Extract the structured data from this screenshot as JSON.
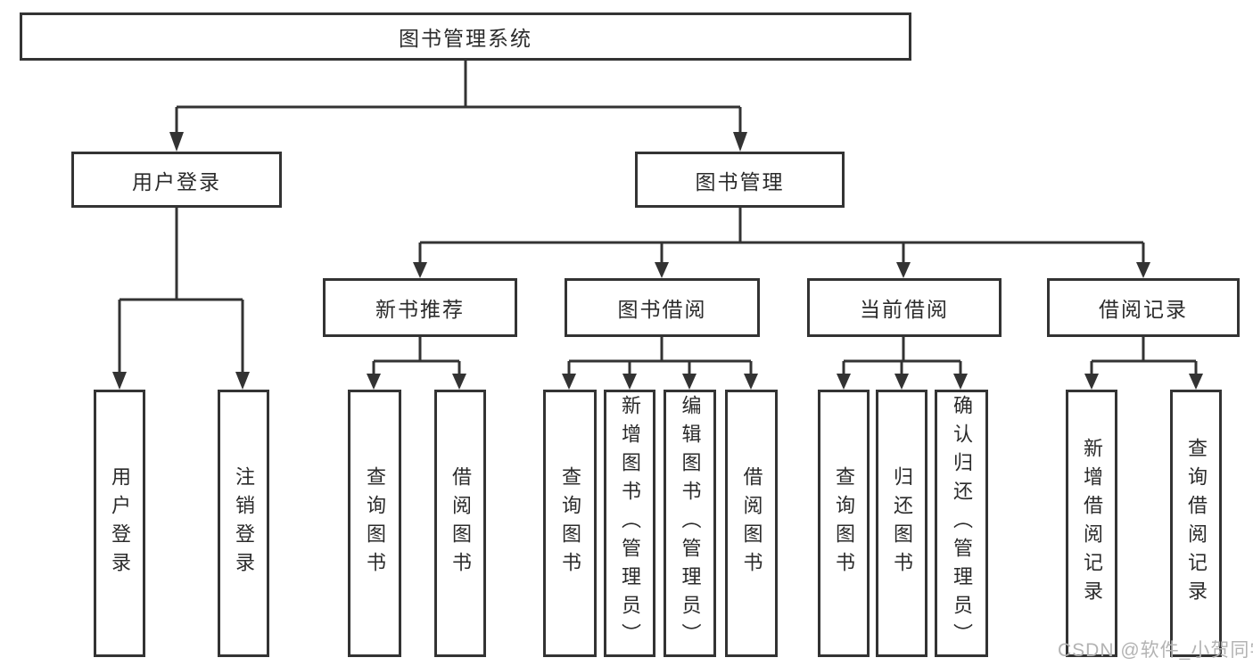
{
  "diagram": {
    "root": {
      "label": "图书管理系统"
    },
    "branches": [
      {
        "id": "user-login",
        "label": "用户登录",
        "leaves": [
          {
            "label": "用户登录"
          },
          {
            "label": "注销登录"
          }
        ]
      },
      {
        "id": "book-management",
        "label": "图书管理",
        "groups": [
          {
            "label": "新书推荐",
            "leaves": [
              {
                "label": "查询图书"
              },
              {
                "label": "借阅图书"
              }
            ]
          },
          {
            "label": "图书借阅",
            "leaves": [
              {
                "label": "查询图书"
              },
              {
                "label": "新增图书（管理员）"
              },
              {
                "label": "编辑图书（管理员）"
              },
              {
                "label": "借阅图书"
              }
            ]
          },
          {
            "label": "当前借阅",
            "leaves": [
              {
                "label": "查询图书"
              },
              {
                "label": "归还图书"
              },
              {
                "label": "确认归还（管理员）"
              }
            ]
          },
          {
            "label": "借阅记录",
            "leaves": [
              {
                "label": "新增借阅记录"
              },
              {
                "label": "查询借阅记录"
              }
            ]
          }
        ]
      }
    ]
  },
  "watermark": {
    "text": "CSDN @软件_小贺同学"
  },
  "colors": {
    "line": "#333333",
    "box_border": "#333333",
    "text": "#2b2b2b",
    "background": "#ffffff",
    "watermark": "#b3b3b3"
  }
}
